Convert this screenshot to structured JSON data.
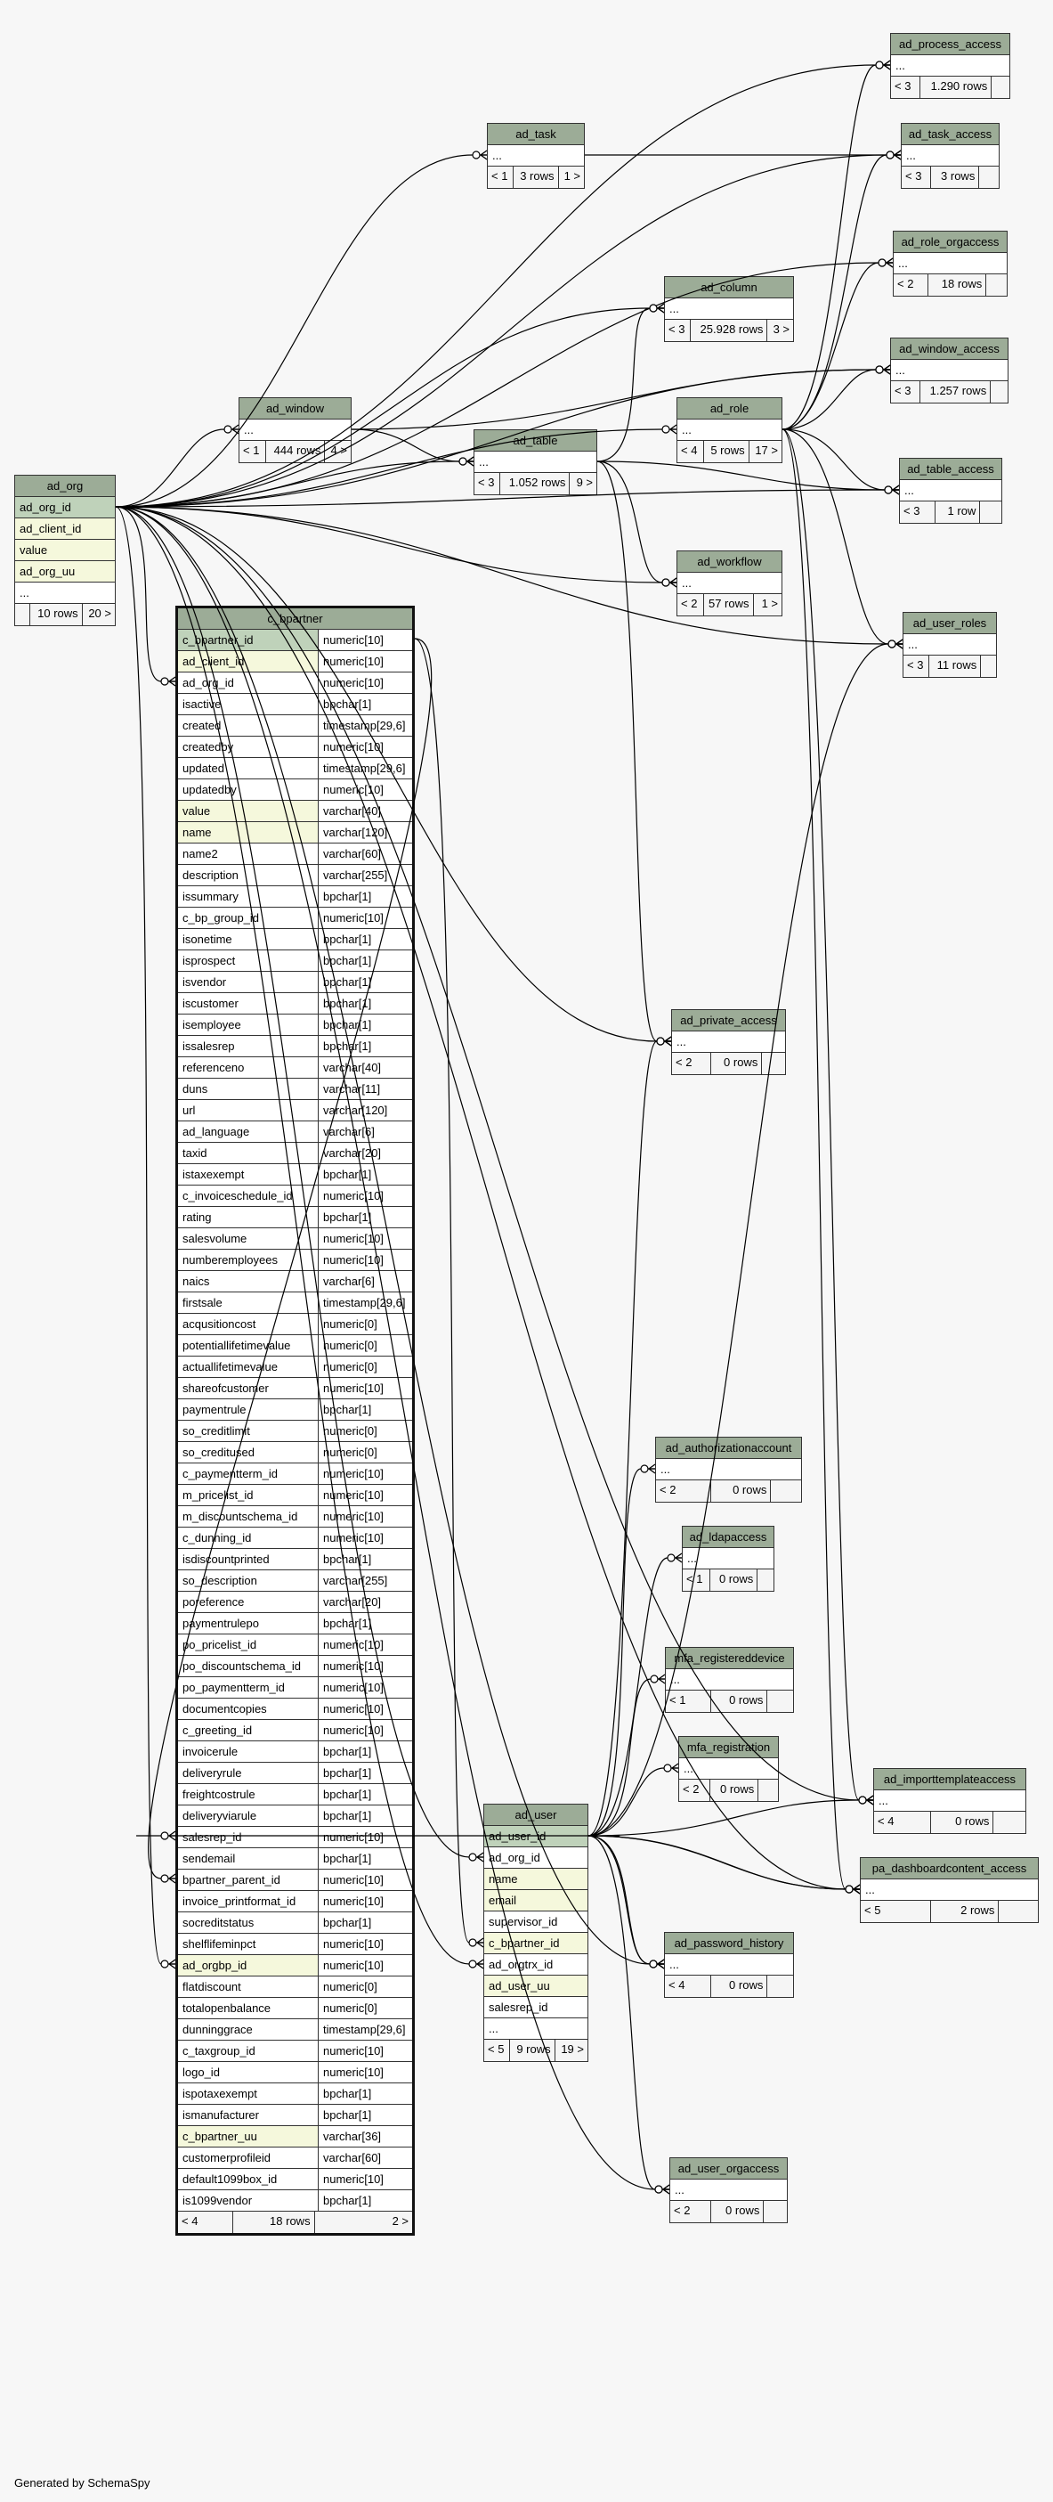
{
  "colors": {
    "header": "#9cac97",
    "primary_key": "#bfd2ba",
    "indexed": "#f5f8dc",
    "background": "#f7f7f7"
  },
  "credit": "Generated by SchemaSpy",
  "tables": [
    {
      "name": "ad_org",
      "columns": [
        {
          "name": "ad_org_id",
          "kind": "pk"
        },
        {
          "name": "ad_client_id",
          "kind": "idx"
        },
        {
          "name": "value",
          "kind": "idx"
        },
        {
          "name": "ad_org_uu",
          "kind": "idx"
        },
        {
          "name": "...",
          "kind": ""
        }
      ],
      "footer": {
        "parents": "",
        "rows": "10 rows",
        "children": "20 >"
      }
    },
    {
      "name": "c_bpartner",
      "columns": [
        {
          "name": "c_bpartner_id",
          "type": "numeric[10]",
          "kind": "pk"
        },
        {
          "name": "ad_client_id",
          "type": "numeric[10]",
          "kind": "idx"
        },
        {
          "name": "ad_org_id",
          "type": "numeric[10]",
          "kind": ""
        },
        {
          "name": "isactive",
          "type": "bpchar[1]",
          "kind": ""
        },
        {
          "name": "created",
          "type": "timestamp[29,6]",
          "kind": ""
        },
        {
          "name": "createdby",
          "type": "numeric[10]",
          "kind": ""
        },
        {
          "name": "updated",
          "type": "timestamp[29,6]",
          "kind": ""
        },
        {
          "name": "updatedby",
          "type": "numeric[10]",
          "kind": ""
        },
        {
          "name": "value",
          "type": "varchar[40]",
          "kind": "idx"
        },
        {
          "name": "name",
          "type": "varchar[120]",
          "kind": "idx"
        },
        {
          "name": "name2",
          "type": "varchar[60]",
          "kind": ""
        },
        {
          "name": "description",
          "type": "varchar[255]",
          "kind": ""
        },
        {
          "name": "issummary",
          "type": "bpchar[1]",
          "kind": ""
        },
        {
          "name": "c_bp_group_id",
          "type": "numeric[10]",
          "kind": ""
        },
        {
          "name": "isonetime",
          "type": "bpchar[1]",
          "kind": ""
        },
        {
          "name": "isprospect",
          "type": "bpchar[1]",
          "kind": ""
        },
        {
          "name": "isvendor",
          "type": "bpchar[1]",
          "kind": ""
        },
        {
          "name": "iscustomer",
          "type": "bpchar[1]",
          "kind": ""
        },
        {
          "name": "isemployee",
          "type": "bpchar[1]",
          "kind": ""
        },
        {
          "name": "issalesrep",
          "type": "bpchar[1]",
          "kind": ""
        },
        {
          "name": "referenceno",
          "type": "varchar[40]",
          "kind": ""
        },
        {
          "name": "duns",
          "type": "varchar[11]",
          "kind": ""
        },
        {
          "name": "url",
          "type": "varchar[120]",
          "kind": ""
        },
        {
          "name": "ad_language",
          "type": "varchar[6]",
          "kind": ""
        },
        {
          "name": "taxid",
          "type": "varchar[20]",
          "kind": ""
        },
        {
          "name": "istaxexempt",
          "type": "bpchar[1]",
          "kind": ""
        },
        {
          "name": "c_invoiceschedule_id",
          "type": "numeric[10]",
          "kind": ""
        },
        {
          "name": "rating",
          "type": "bpchar[1]",
          "kind": ""
        },
        {
          "name": "salesvolume",
          "type": "numeric[10]",
          "kind": ""
        },
        {
          "name": "numberemployees",
          "type": "numeric[10]",
          "kind": ""
        },
        {
          "name": "naics",
          "type": "varchar[6]",
          "kind": ""
        },
        {
          "name": "firstsale",
          "type": "timestamp[29,6]",
          "kind": ""
        },
        {
          "name": "acqusitioncost",
          "type": "numeric[0]",
          "kind": ""
        },
        {
          "name": "potentiallifetimevalue",
          "type": "numeric[0]",
          "kind": ""
        },
        {
          "name": "actuallifetimevalue",
          "type": "numeric[0]",
          "kind": ""
        },
        {
          "name": "shareofcustomer",
          "type": "numeric[10]",
          "kind": ""
        },
        {
          "name": "paymentrule",
          "type": "bpchar[1]",
          "kind": ""
        },
        {
          "name": "so_creditlimit",
          "type": "numeric[0]",
          "kind": ""
        },
        {
          "name": "so_creditused",
          "type": "numeric[0]",
          "kind": ""
        },
        {
          "name": "c_paymentterm_id",
          "type": "numeric[10]",
          "kind": ""
        },
        {
          "name": "m_pricelist_id",
          "type": "numeric[10]",
          "kind": ""
        },
        {
          "name": "m_discountschema_id",
          "type": "numeric[10]",
          "kind": ""
        },
        {
          "name": "c_dunning_id",
          "type": "numeric[10]",
          "kind": ""
        },
        {
          "name": "isdiscountprinted",
          "type": "bpchar[1]",
          "kind": ""
        },
        {
          "name": "so_description",
          "type": "varchar[255]",
          "kind": ""
        },
        {
          "name": "poreference",
          "type": "varchar[20]",
          "kind": ""
        },
        {
          "name": "paymentrulepo",
          "type": "bpchar[1]",
          "kind": ""
        },
        {
          "name": "po_pricelist_id",
          "type": "numeric[10]",
          "kind": ""
        },
        {
          "name": "po_discountschema_id",
          "type": "numeric[10]",
          "kind": ""
        },
        {
          "name": "po_paymentterm_id",
          "type": "numeric[10]",
          "kind": ""
        },
        {
          "name": "documentcopies",
          "type": "numeric[10]",
          "kind": ""
        },
        {
          "name": "c_greeting_id",
          "type": "numeric[10]",
          "kind": ""
        },
        {
          "name": "invoicerule",
          "type": "bpchar[1]",
          "kind": ""
        },
        {
          "name": "deliveryrule",
          "type": "bpchar[1]",
          "kind": ""
        },
        {
          "name": "freightcostrule",
          "type": "bpchar[1]",
          "kind": ""
        },
        {
          "name": "deliveryviarule",
          "type": "bpchar[1]",
          "kind": ""
        },
        {
          "name": "salesrep_id",
          "type": "numeric[10]",
          "kind": ""
        },
        {
          "name": "sendemail",
          "type": "bpchar[1]",
          "kind": ""
        },
        {
          "name": "bpartner_parent_id",
          "type": "numeric[10]",
          "kind": ""
        },
        {
          "name": "invoice_printformat_id",
          "type": "numeric[10]",
          "kind": ""
        },
        {
          "name": "socreditstatus",
          "type": "bpchar[1]",
          "kind": ""
        },
        {
          "name": "shelflifeminpct",
          "type": "numeric[10]",
          "kind": ""
        },
        {
          "name": "ad_orgbp_id",
          "type": "numeric[10]",
          "kind": "idx"
        },
        {
          "name": "flatdiscount",
          "type": "numeric[0]",
          "kind": ""
        },
        {
          "name": "totalopenbalance",
          "type": "numeric[0]",
          "kind": ""
        },
        {
          "name": "dunninggrace",
          "type": "timestamp[29,6]",
          "kind": ""
        },
        {
          "name": "c_taxgroup_id",
          "type": "numeric[10]",
          "kind": ""
        },
        {
          "name": "logo_id",
          "type": "numeric[10]",
          "kind": ""
        },
        {
          "name": "ispotaxexempt",
          "type": "bpchar[1]",
          "kind": ""
        },
        {
          "name": "ismanufacturer",
          "type": "bpchar[1]",
          "kind": ""
        },
        {
          "name": "c_bpartner_uu",
          "type": "varchar[36]",
          "kind": "idx"
        },
        {
          "name": "customerprofileid",
          "type": "varchar[60]",
          "kind": ""
        },
        {
          "name": "default1099box_id",
          "type": "numeric[10]",
          "kind": ""
        },
        {
          "name": "is1099vendor",
          "type": "bpchar[1]",
          "kind": ""
        }
      ],
      "footer": {
        "parents": "< 4",
        "rows": "18 rows",
        "children": "2 >"
      }
    },
    {
      "name": "ad_process_access",
      "columns": [
        {
          "name": "...",
          "kind": ""
        }
      ],
      "footer": {
        "parents": "< 3",
        "rows": "1.290 rows",
        "children": ""
      }
    },
    {
      "name": "ad_task",
      "columns": [
        {
          "name": "...",
          "kind": ""
        }
      ],
      "footer": {
        "parents": "< 1",
        "rows": "3 rows",
        "children": "1 >"
      }
    },
    {
      "name": "ad_task_access",
      "columns": [
        {
          "name": "...",
          "kind": ""
        }
      ],
      "footer": {
        "parents": "< 3",
        "rows": "3 rows",
        "children": ""
      }
    },
    {
      "name": "ad_role_orgaccess",
      "columns": [
        {
          "name": "...",
          "kind": ""
        }
      ],
      "footer": {
        "parents": "< 2",
        "rows": "18 rows",
        "children": ""
      }
    },
    {
      "name": "ad_column",
      "columns": [
        {
          "name": "...",
          "kind": ""
        }
      ],
      "footer": {
        "parents": "< 3",
        "rows": "25.928 rows",
        "children": "3 >"
      }
    },
    {
      "name": "ad_window_access",
      "columns": [
        {
          "name": "...",
          "kind": ""
        }
      ],
      "footer": {
        "parents": "< 3",
        "rows": "1.257 rows",
        "children": ""
      }
    },
    {
      "name": "ad_window",
      "columns": [
        {
          "name": "...",
          "kind": ""
        }
      ],
      "footer": {
        "parents": "< 1",
        "rows": "444 rows",
        "children": "4 >"
      }
    },
    {
      "name": "ad_role",
      "columns": [
        {
          "name": "...",
          "kind": ""
        }
      ],
      "footer": {
        "parents": "< 4",
        "rows": "5 rows",
        "children": "17 >"
      }
    },
    {
      "name": "ad_table",
      "columns": [
        {
          "name": "...",
          "kind": ""
        }
      ],
      "footer": {
        "parents": "< 3",
        "rows": "1.052 rows",
        "children": "9 >"
      }
    },
    {
      "name": "ad_table_access",
      "columns": [
        {
          "name": "...",
          "kind": ""
        }
      ],
      "footer": {
        "parents": "< 3",
        "rows": "1 row",
        "children": ""
      }
    },
    {
      "name": "ad_workflow",
      "columns": [
        {
          "name": "...",
          "kind": ""
        }
      ],
      "footer": {
        "parents": "< 2",
        "rows": "57 rows",
        "children": "1 >"
      }
    },
    {
      "name": "ad_user_roles",
      "columns": [
        {
          "name": "...",
          "kind": ""
        }
      ],
      "footer": {
        "parents": "< 3",
        "rows": "11 rows",
        "children": ""
      }
    },
    {
      "name": "ad_private_access",
      "columns": [
        {
          "name": "...",
          "kind": ""
        }
      ],
      "footer": {
        "parents": "< 2",
        "rows": "0 rows",
        "children": ""
      }
    },
    {
      "name": "ad_authorizationaccount",
      "columns": [
        {
          "name": "...",
          "kind": ""
        }
      ],
      "footer": {
        "parents": "< 2",
        "rows": "0 rows",
        "children": ""
      }
    },
    {
      "name": "ad_ldapaccess",
      "columns": [
        {
          "name": "...",
          "kind": ""
        }
      ],
      "footer": {
        "parents": "< 1",
        "rows": "0 rows",
        "children": ""
      }
    },
    {
      "name": "mfa_registereddevice",
      "columns": [
        {
          "name": "...",
          "kind": ""
        }
      ],
      "footer": {
        "parents": "< 1",
        "rows": "0 rows",
        "children": ""
      }
    },
    {
      "name": "mfa_registration",
      "columns": [
        {
          "name": "...",
          "kind": ""
        }
      ],
      "footer": {
        "parents": "< 2",
        "rows": "0 rows",
        "children": ""
      }
    },
    {
      "name": "ad_importtemplateaccess",
      "columns": [
        {
          "name": "...",
          "kind": ""
        }
      ],
      "footer": {
        "parents": "< 4",
        "rows": "0 rows",
        "children": ""
      }
    },
    {
      "name": "ad_user",
      "columns": [
        {
          "name": "ad_user_id",
          "kind": "pk"
        },
        {
          "name": "ad_org_id",
          "kind": ""
        },
        {
          "name": "name",
          "kind": "idx"
        },
        {
          "name": "email",
          "kind": "idx"
        },
        {
          "name": "supervisor_id",
          "kind": ""
        },
        {
          "name": "c_bpartner_id",
          "kind": "idx"
        },
        {
          "name": "ad_orgtrx_id",
          "kind": ""
        },
        {
          "name": "ad_user_uu",
          "kind": "idx"
        },
        {
          "name": "salesrep_id",
          "kind": ""
        },
        {
          "name": "...",
          "kind": ""
        }
      ],
      "footer": {
        "parents": "< 5",
        "rows": "9 rows",
        "children": "19 >"
      }
    },
    {
      "name": "pa_dashboardcontent_access",
      "columns": [
        {
          "name": "...",
          "kind": ""
        }
      ],
      "footer": {
        "parents": "< 5",
        "rows": "2 rows",
        "children": ""
      }
    },
    {
      "name": "ad_password_history",
      "columns": [
        {
          "name": "...",
          "kind": ""
        }
      ],
      "footer": {
        "parents": "< 4",
        "rows": "0 rows",
        "children": ""
      }
    },
    {
      "name": "ad_user_orgaccess",
      "columns": [
        {
          "name": "...",
          "kind": ""
        }
      ],
      "footer": {
        "parents": "< 2",
        "rows": "0 rows",
        "children": ""
      }
    }
  ]
}
